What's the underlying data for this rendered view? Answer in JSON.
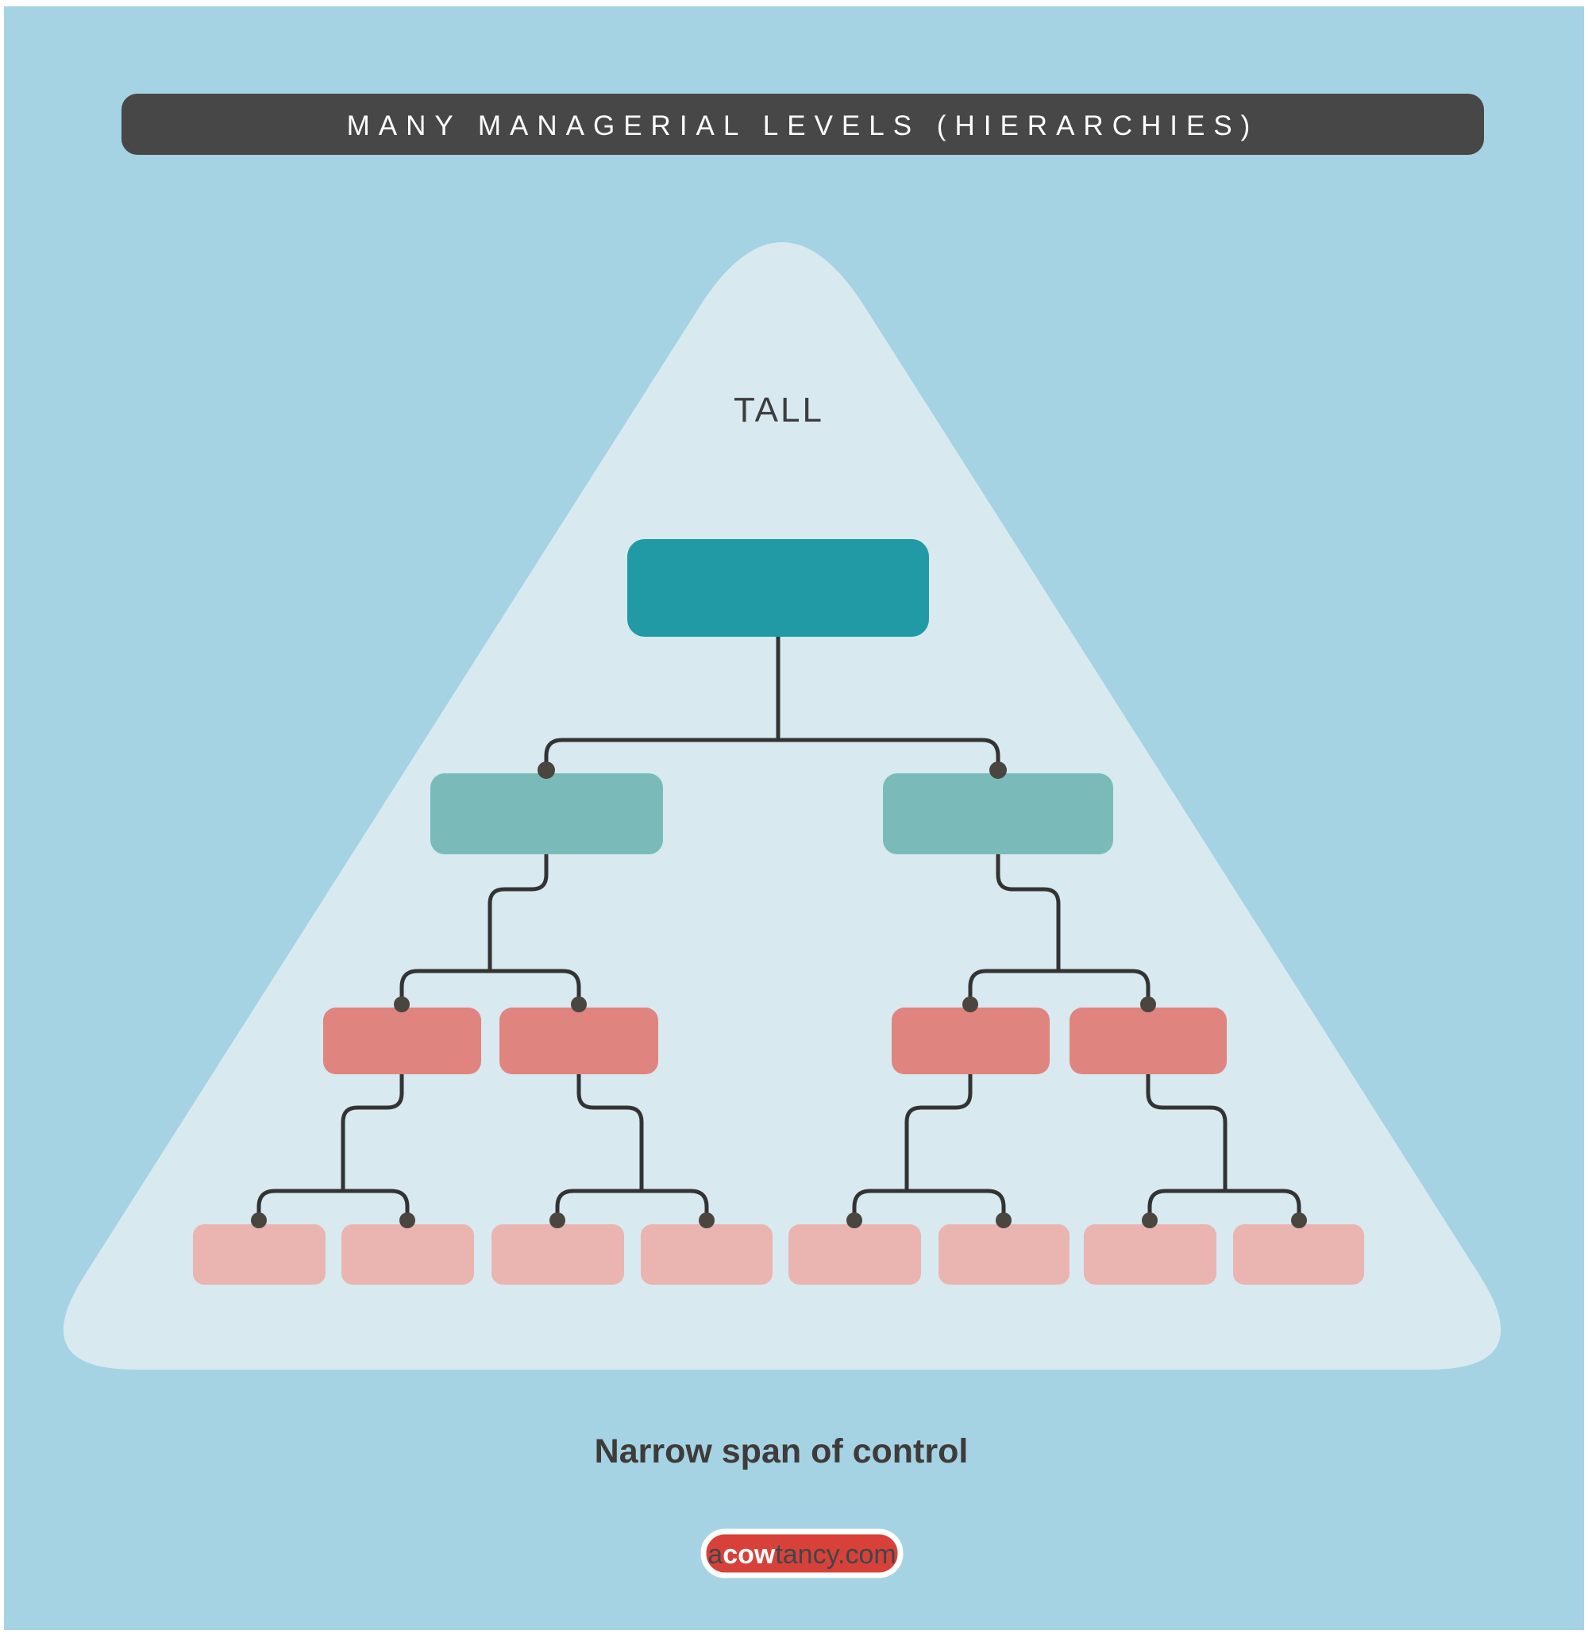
{
  "title": {
    "text": "MANY MANAGERIAL LEVELS (HIERARCHIES)"
  },
  "pyramid": {
    "label": "TALL"
  },
  "caption": {
    "text": "Narrow span of control"
  },
  "badge": {
    "prefix": "a",
    "brand": "cow",
    "suffix": "tancy.com"
  },
  "diagram": {
    "type": "org-chart-pyramid",
    "shape": "tall narrow triangle",
    "levels": [
      {
        "level": 1,
        "nodes": 1
      },
      {
        "level": 2,
        "nodes": 2
      },
      {
        "level": 3,
        "nodes": 4
      },
      {
        "level": 4,
        "nodes": 8
      }
    ],
    "children_per_manager": 2,
    "note": "Narrow span of control"
  },
  "colors": {
    "frame": "#ffffff",
    "background": "#a5d3e3",
    "triangle": "#d8e9f0",
    "title_bar": "#474747",
    "title_text": "#ffffff",
    "node_level1": "#219aa6",
    "node_level2": "#7abbba",
    "node_level3": "#e08480",
    "node_level4": "#eab5b1",
    "connector": "#333333",
    "dot": "#4a463f",
    "label_text": "#3d3d3d",
    "caption_text": "#3e3b3a",
    "badge_bg": "#d8413a",
    "badge_border": "#ffffff",
    "badge_text_dark": "#3e4748",
    "badge_text_light": "#ffffff"
  }
}
